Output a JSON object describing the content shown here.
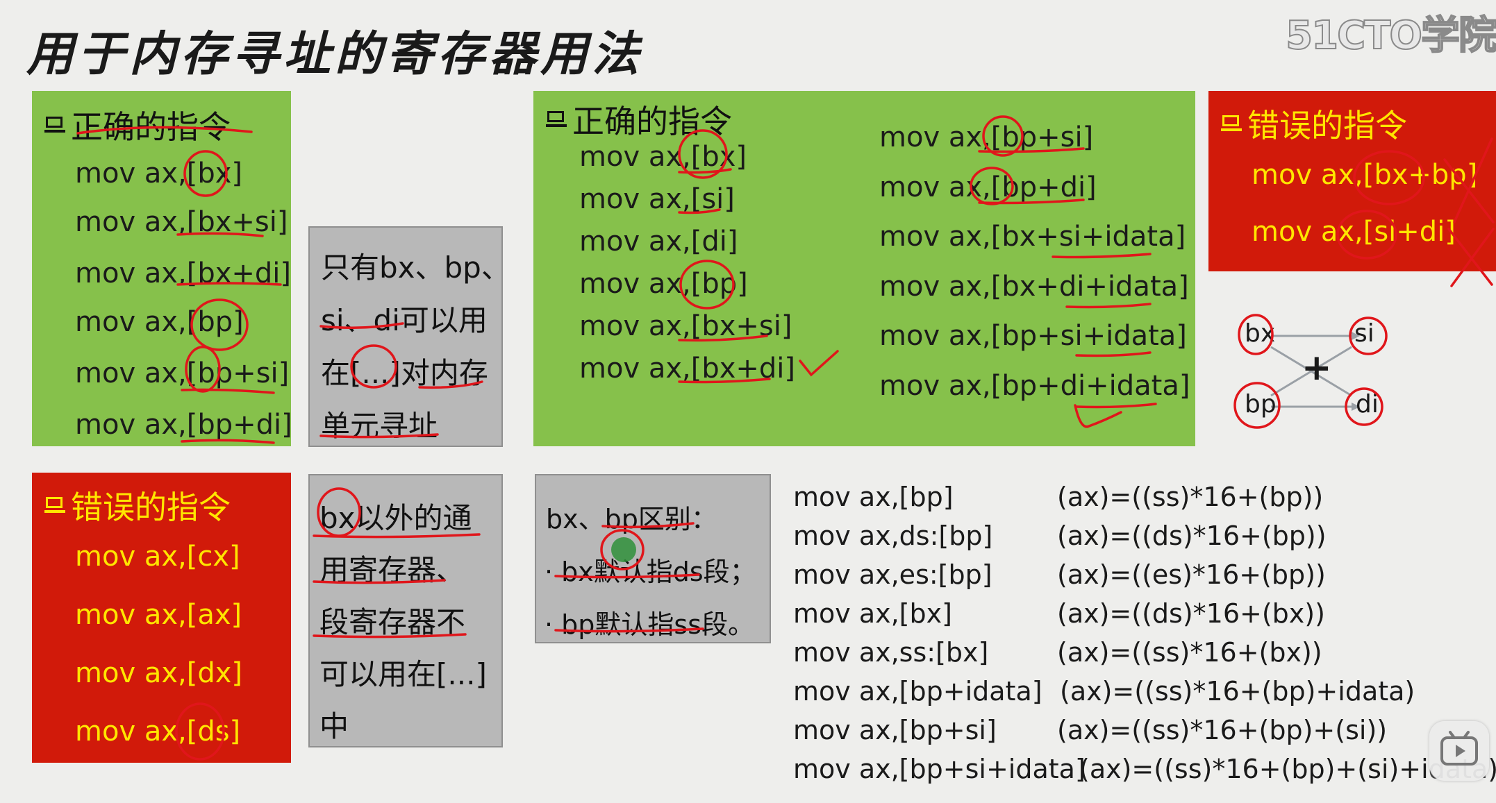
{
  "title": "用于内存寻址的寄存器用法",
  "watermark": "51CTO学院",
  "box1": {
    "header": "正确的指令",
    "lines": [
      "mov ax,[bx]",
      "mov ax,[bx+si]",
      "mov ax,[bx+di]",
      "mov ax,[bp]",
      "mov ax,[bp+si]",
      "mov ax,[bp+di]"
    ]
  },
  "note1": {
    "lines": [
      "只有bx、bp、",
      "si、di可以用",
      "在[...]对内存",
      "单元寻址"
    ]
  },
  "box2": {
    "header": "正确的指令",
    "left_lines": [
      "mov ax,[bx]",
      "mov ax,[si]",
      "mov ax,[di]",
      "mov ax,[bp]",
      "mov ax,[bx+si]",
      "mov ax,[bx+di]"
    ],
    "right_lines": [
      "mov ax,[bp+si]",
      "mov ax,[bp+di]",
      "mov ax,[bx+si+idata]",
      "mov ax,[bx+di+idata]",
      "mov ax,[bp+si+idata]",
      "mov ax,[bp+di+idata]"
    ]
  },
  "box3": {
    "header": "错误的指令",
    "lines": [
      "mov ax,[bx+bp]",
      "mov ax,[si+di]"
    ]
  },
  "diagram": {
    "nodes": [
      "bx",
      "si",
      "bp",
      "di"
    ],
    "center": "+"
  },
  "box4": {
    "header": "错误的指令",
    "lines": [
      "mov ax,[cx]",
      "mov ax,[ax]",
      "mov ax,[dx]",
      "mov ax,[ds]"
    ]
  },
  "note2": {
    "lines": [
      "bx以外的通",
      "用寄存器、",
      "段寄存器不",
      "可以用在[...]",
      "中"
    ]
  },
  "note3": {
    "lines": [
      "bx、bp区别：",
      "· bx默认指ds段；",
      "· bp默认指ss段。"
    ]
  },
  "rules": [
    {
      "code": "mov ax,[bp]",
      "meaning": "(ax)=((ss)*16+(bp))"
    },
    {
      "code": "mov ax,ds:[bp]",
      "meaning": "(ax)=((ds)*16+(bp))"
    },
    {
      "code": "mov ax,es:[bp]",
      "meaning": "(ax)=((es)*16+(bp))"
    },
    {
      "code": "mov ax,[bx]",
      "meaning": "(ax)=((ds)*16+(bx))"
    },
    {
      "code": "mov ax,ss:[bx]",
      "meaning": "(ax)=((ss)*16+(bx))"
    },
    {
      "code": "mov ax,[bp+idata]",
      "meaning": "(ax)=((ss)*16+(bp)+idata)"
    },
    {
      "code": "mov ax,[bp+si]",
      "meaning": "(ax)=((ss)*16+(bp)+(si))"
    },
    {
      "code": "mov ax,[bp+si+idata]",
      "meaning": "(ax)=((ss)*16+(bp)+(si)+idata)"
    }
  ],
  "colors": {
    "green_box": "#86c14b",
    "red_box": "#d11a0a",
    "gray_box": "#b8b8b8",
    "yellow_text": "#ffe600",
    "ink": "#e0161b"
  },
  "icons": {
    "header_icon": "computer-icon",
    "player_icon": "video-player-icon"
  }
}
